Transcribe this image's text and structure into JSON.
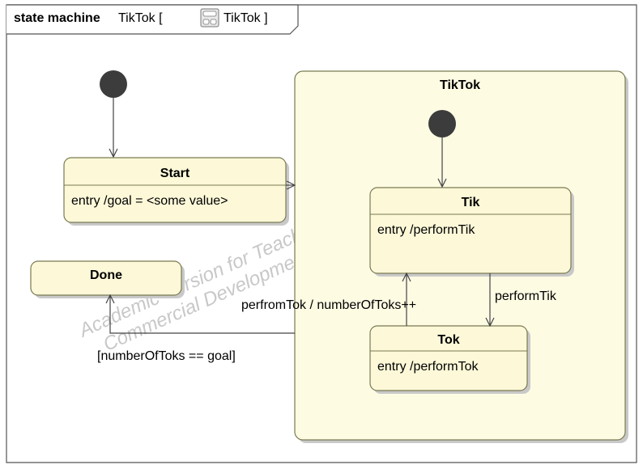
{
  "frame": {
    "keyword": "state  machine",
    "name_prefix": "TikTok [",
    "name": "TikTok ]"
  },
  "watermark": {
    "line1": "Academic Version for Teaching Only",
    "line2": "Commercial Development is Strictly Prohibited"
  },
  "states": {
    "start": {
      "name": "Start",
      "entry": "entry  /goal = <some value>"
    },
    "done": {
      "name": "Done"
    },
    "tiktok": {
      "name": "TikTok"
    },
    "tik": {
      "name": "Tik",
      "entry": "entry  /performTik"
    },
    "tok": {
      "name": "Tok",
      "entry": "entry  /performTok"
    }
  },
  "transitions": {
    "perfromtok": "perfromTok / numberOfToks++",
    "performtik": "performTik",
    "guard_done": "[numberOfToks == goal]"
  },
  "colors": {
    "state_fill": "#fcf8d8",
    "composite_fill": "#fefbe3",
    "state_border": "#7a7a52",
    "shadow": "#c9c9c9",
    "initial": "#3c3c3c",
    "frame_border": "#555555"
  }
}
